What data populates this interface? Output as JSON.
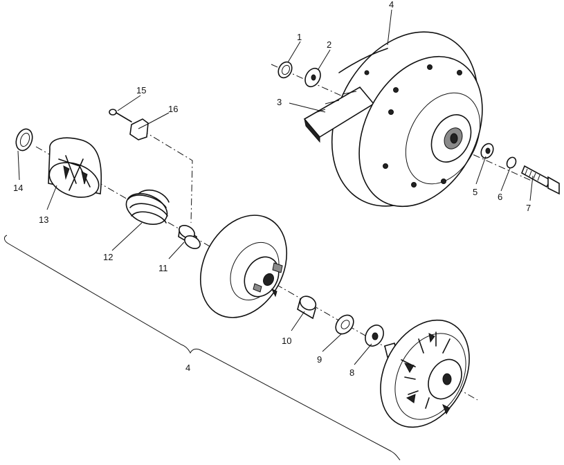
{
  "callouts": {
    "c1": "1",
    "c2": "2",
    "c3": "3",
    "c4_top": "4",
    "c5": "5",
    "c6": "6",
    "c7": "7",
    "c8": "8",
    "c9": "9",
    "c10": "10",
    "c11": "11",
    "c12": "12",
    "c13": "13",
    "c14": "14",
    "c15": "15",
    "c16": "16",
    "c4_bracket": "4"
  }
}
